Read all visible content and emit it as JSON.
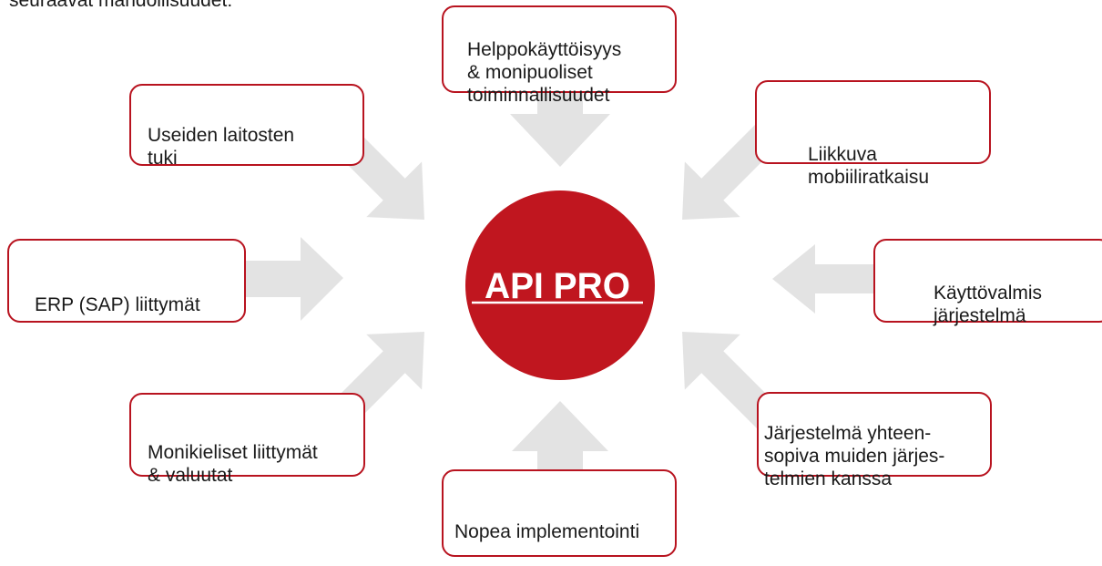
{
  "intro_text": "seuraavat mahdollisuudet:",
  "center": {
    "logo_text": "API PRO",
    "color": "#c0161f"
  },
  "arrow_color": "#e3e3e3",
  "border_color": "#b8131f",
  "boxes": {
    "top": "Helppokäyttöisyys\n& monipuoliset\ntoiminnallisuudet",
    "top_left": "Useiden laitosten\ntuki",
    "top_right": "Liikkuva\nmobiiliratkaisu",
    "left": "ERP (SAP) liittymät",
    "right": "Käyttövalmis\njärjestelmä",
    "bottom_left": "Monikieliset liittymät\n& valuutat",
    "bottom_right": "Järjestelmä yhteen-\nsopiva muiden järjes-\ntelmien kanssa",
    "bottom": "Nopea implementointi"
  }
}
